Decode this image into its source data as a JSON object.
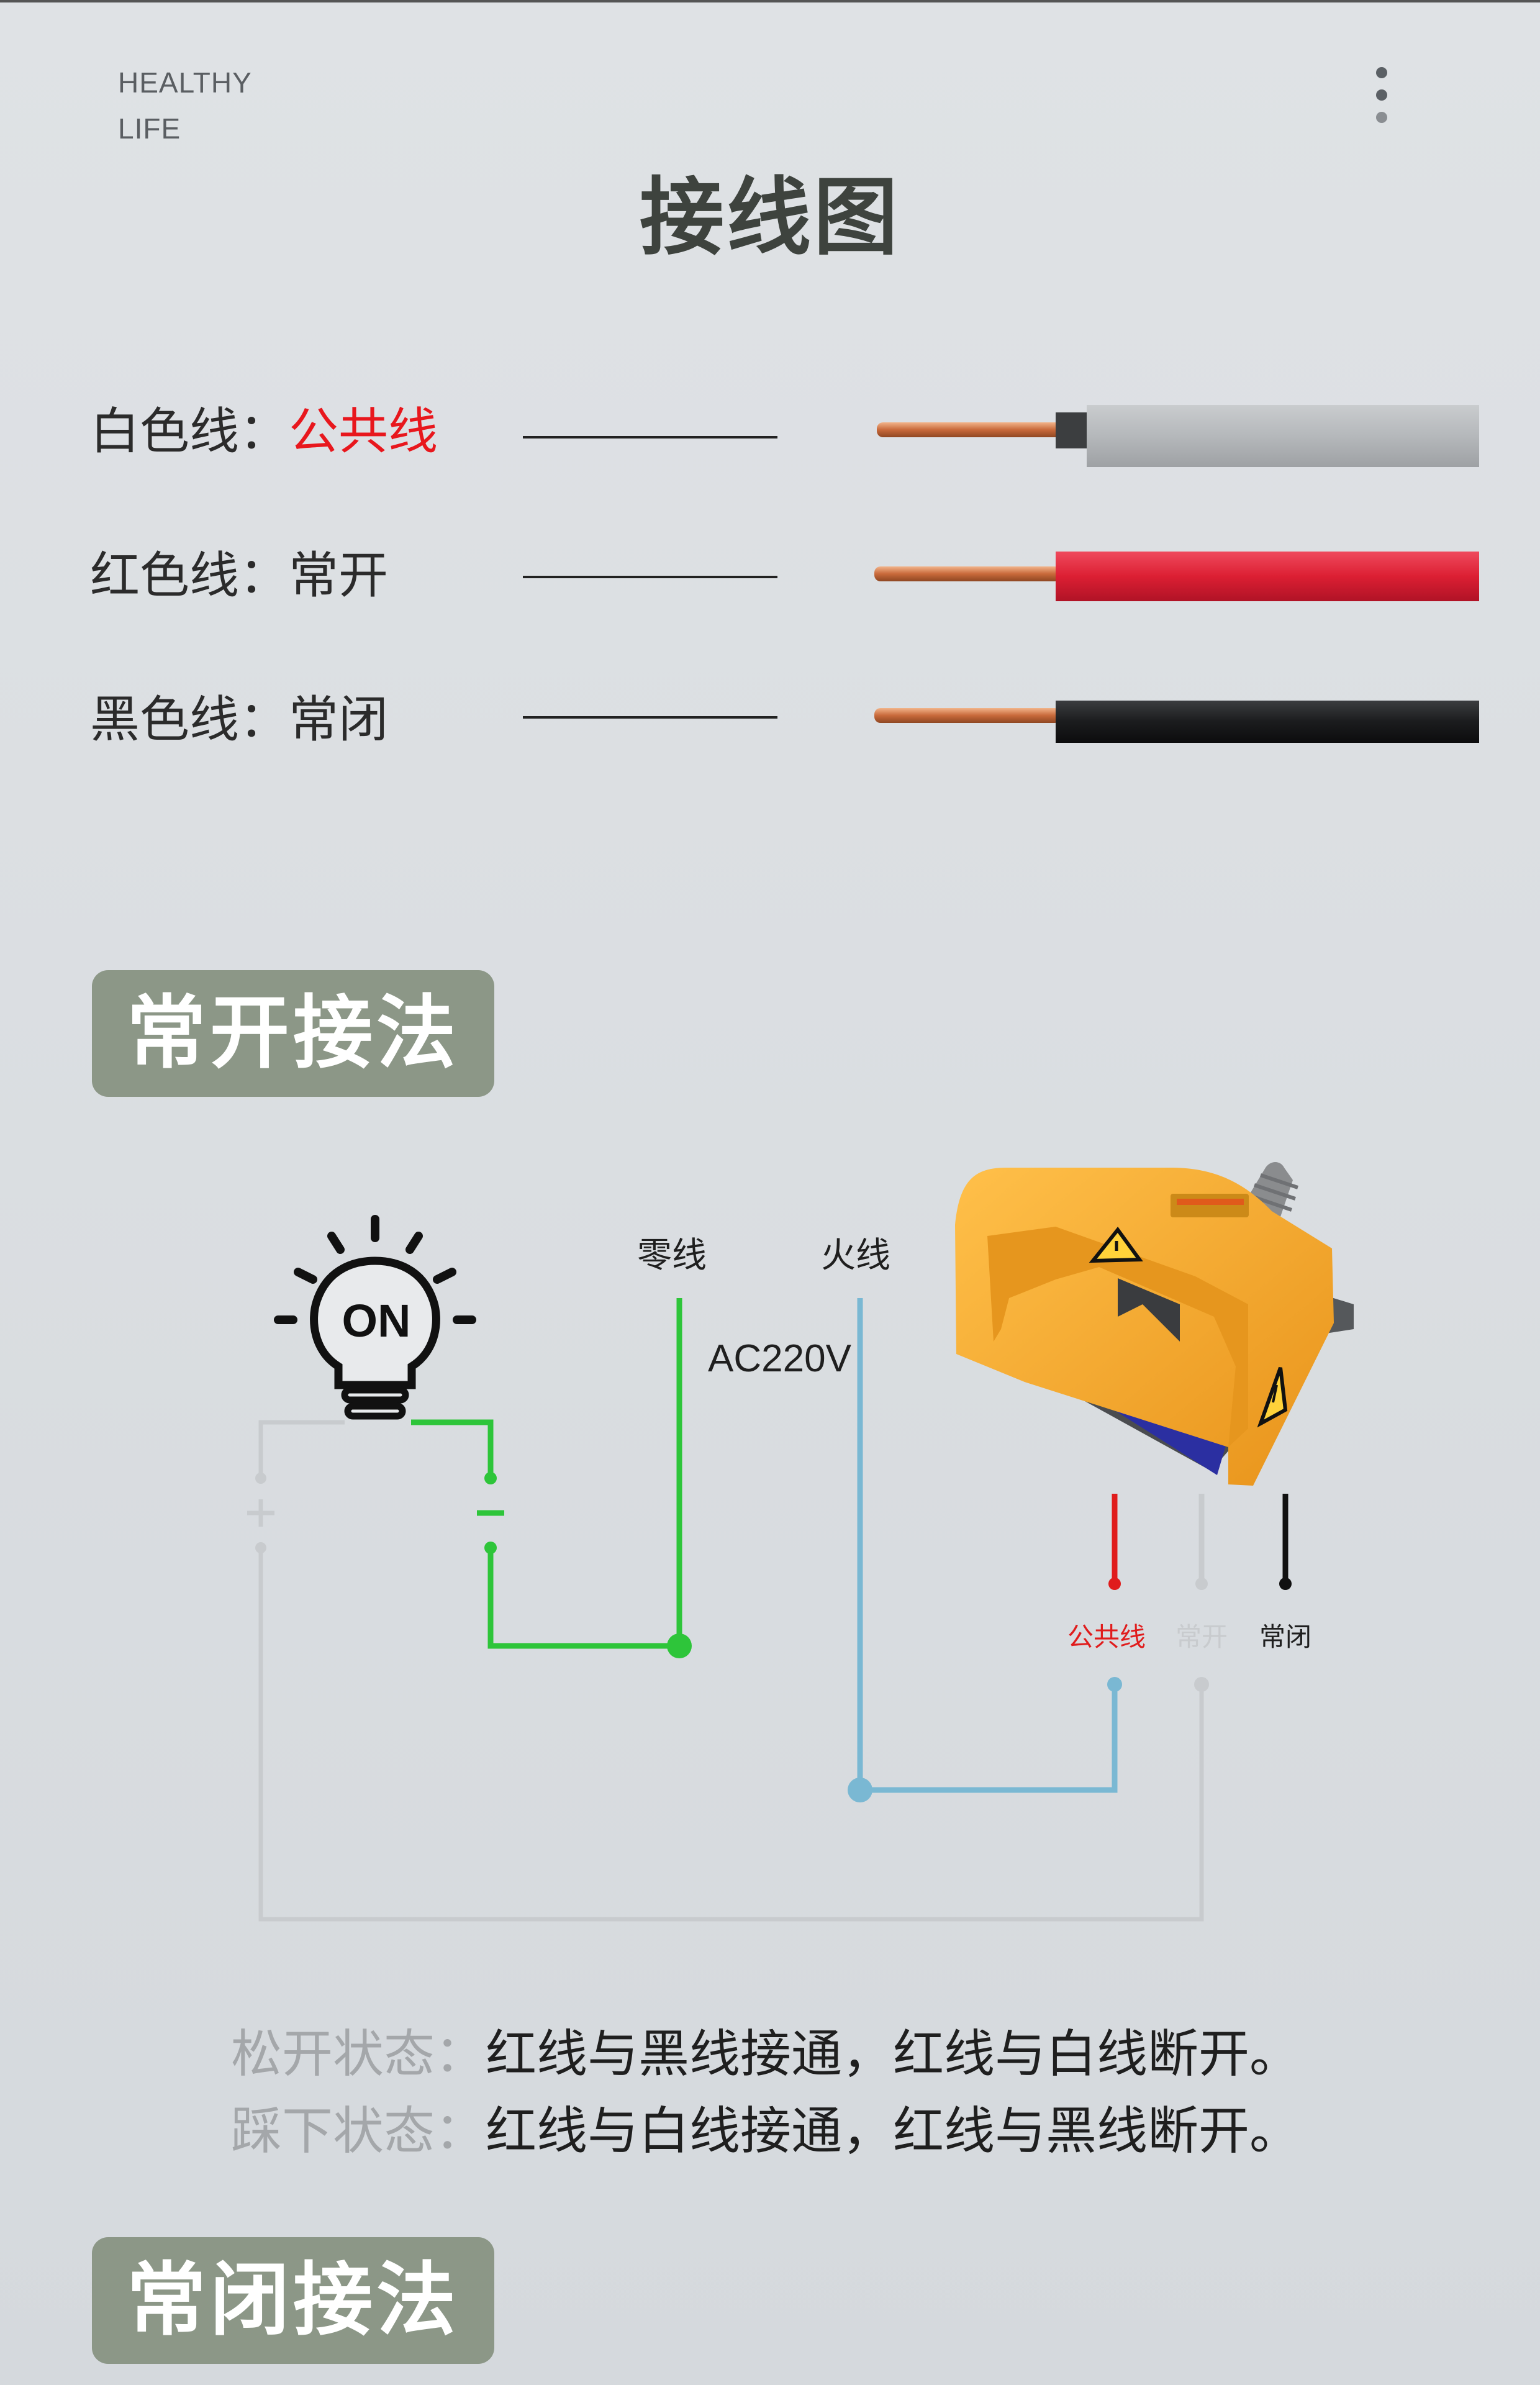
{
  "header": {
    "brand_line1": "HEALTHY",
    "brand_line2": "LIFE",
    "title": "接线图"
  },
  "wires": [
    {
      "color_name": "白色线：",
      "function": "公共线",
      "function_color": "#e8171d",
      "sheath_color": "#b9bcbf"
    },
    {
      "color_name": "红色线：",
      "function": "常开",
      "function_color": "#2b2b2b",
      "sheath_color": "#e0263b"
    },
    {
      "color_name": "黑色线：",
      "function": "常闭",
      "function_color": "#2b2b2b",
      "sheath_color": "#1e2022"
    }
  ],
  "sections": {
    "normally_open": "常开接法",
    "normally_closed": "常闭接法"
  },
  "diagram": {
    "bulb_text": "ON",
    "neutral_label": "零线",
    "live_label": "火线",
    "voltage_label": "AC220V",
    "terminal_common": "公共线",
    "terminal_no": "常开",
    "terminal_nc": "常闭",
    "colors": {
      "neutral_wire": "#2ec53a",
      "live_wire": "#7ab8d3",
      "idle_wire": "#c8cbce",
      "red_lead": "#e01c1c",
      "black_lead": "#111111",
      "pedal_housing": "#f5a623"
    }
  },
  "status": {
    "released_key": "松开状态：",
    "released_text": "红线与黑线接通，红线与白线断开。",
    "pressed_key": "踩下状态：",
    "pressed_text": "红线与白线接通，红线与黑线断开。"
  }
}
